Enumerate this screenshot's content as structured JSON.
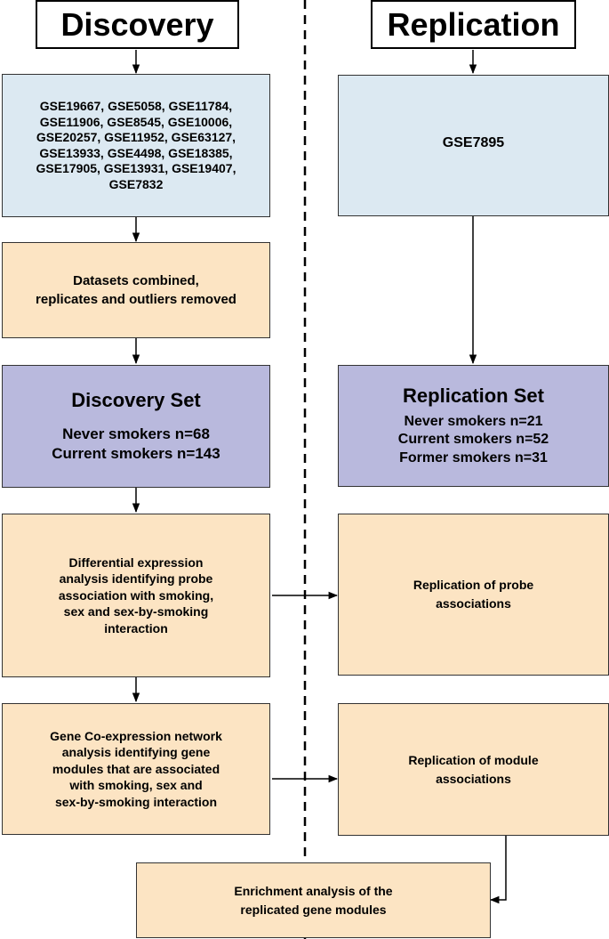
{
  "discovery_header": "Discovery",
  "replication_header": "Replication",
  "discovery_datasets": "GSE19667, GSE5058, GSE11784,\nGSE11906, GSE8545, GSE10006,\nGSE20257, GSE11952, GSE63127,\nGSE13933, GSE4498, GSE18385,\nGSE17905, GSE13931, GSE19407,\nGSE7832",
  "replication_dataset": "GSE7895",
  "preprocessing": "Datasets combined,\nreplicates and outliers removed",
  "discovery_set": {
    "title": "Discovery Set",
    "lines": [
      "Never smokers n=68",
      "Current smokers n=143"
    ]
  },
  "replication_set": {
    "title": "Replication Set",
    "lines": [
      "Never smokers n=21",
      "Current smokers n=52",
      "Former smokers n=31"
    ]
  },
  "differential_expression": "Differential expression\nanalysis identifying probe\nassociation with smoking,\nsex and sex-by-smoking\ninteraction",
  "probe_replication": "Replication of probe\nassociations",
  "coexpression": "Gene Co-expression network\nanalysis identifying gene\nmodules that are associated\nwith smoking, sex and\nsex-by-smoking interaction",
  "module_replication": "Replication of module\nassociations",
  "enrichment": "Enrichment analysis of the\nreplicated gene modules"
}
